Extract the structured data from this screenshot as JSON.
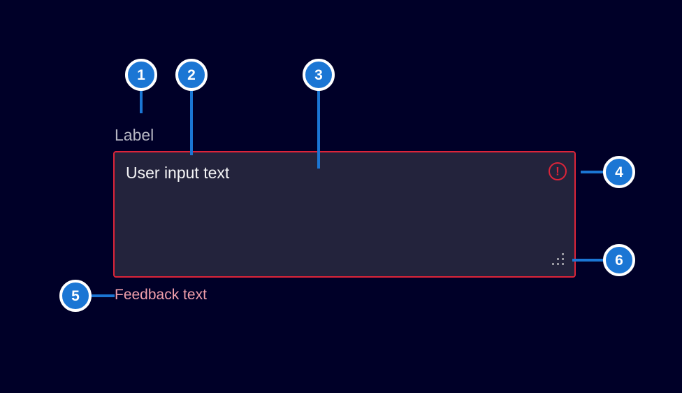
{
  "component": {
    "label": "Label",
    "input_value": "User input text",
    "feedback_text": "Feedback text",
    "error_icon_glyph": "!"
  },
  "callouts": [
    {
      "number": "1"
    },
    {
      "number": "2"
    },
    {
      "number": "3"
    },
    {
      "number": "4"
    },
    {
      "number": "5"
    },
    {
      "number": "6"
    }
  ],
  "colors": {
    "bg": "#000028",
    "blue": "#1b76d4",
    "red": "#dc2439",
    "field": "#23233c",
    "label": "#b6b6c2",
    "input": "#f4f4f6",
    "feedback": "#f09fab",
    "grip": "#95959f"
  }
}
